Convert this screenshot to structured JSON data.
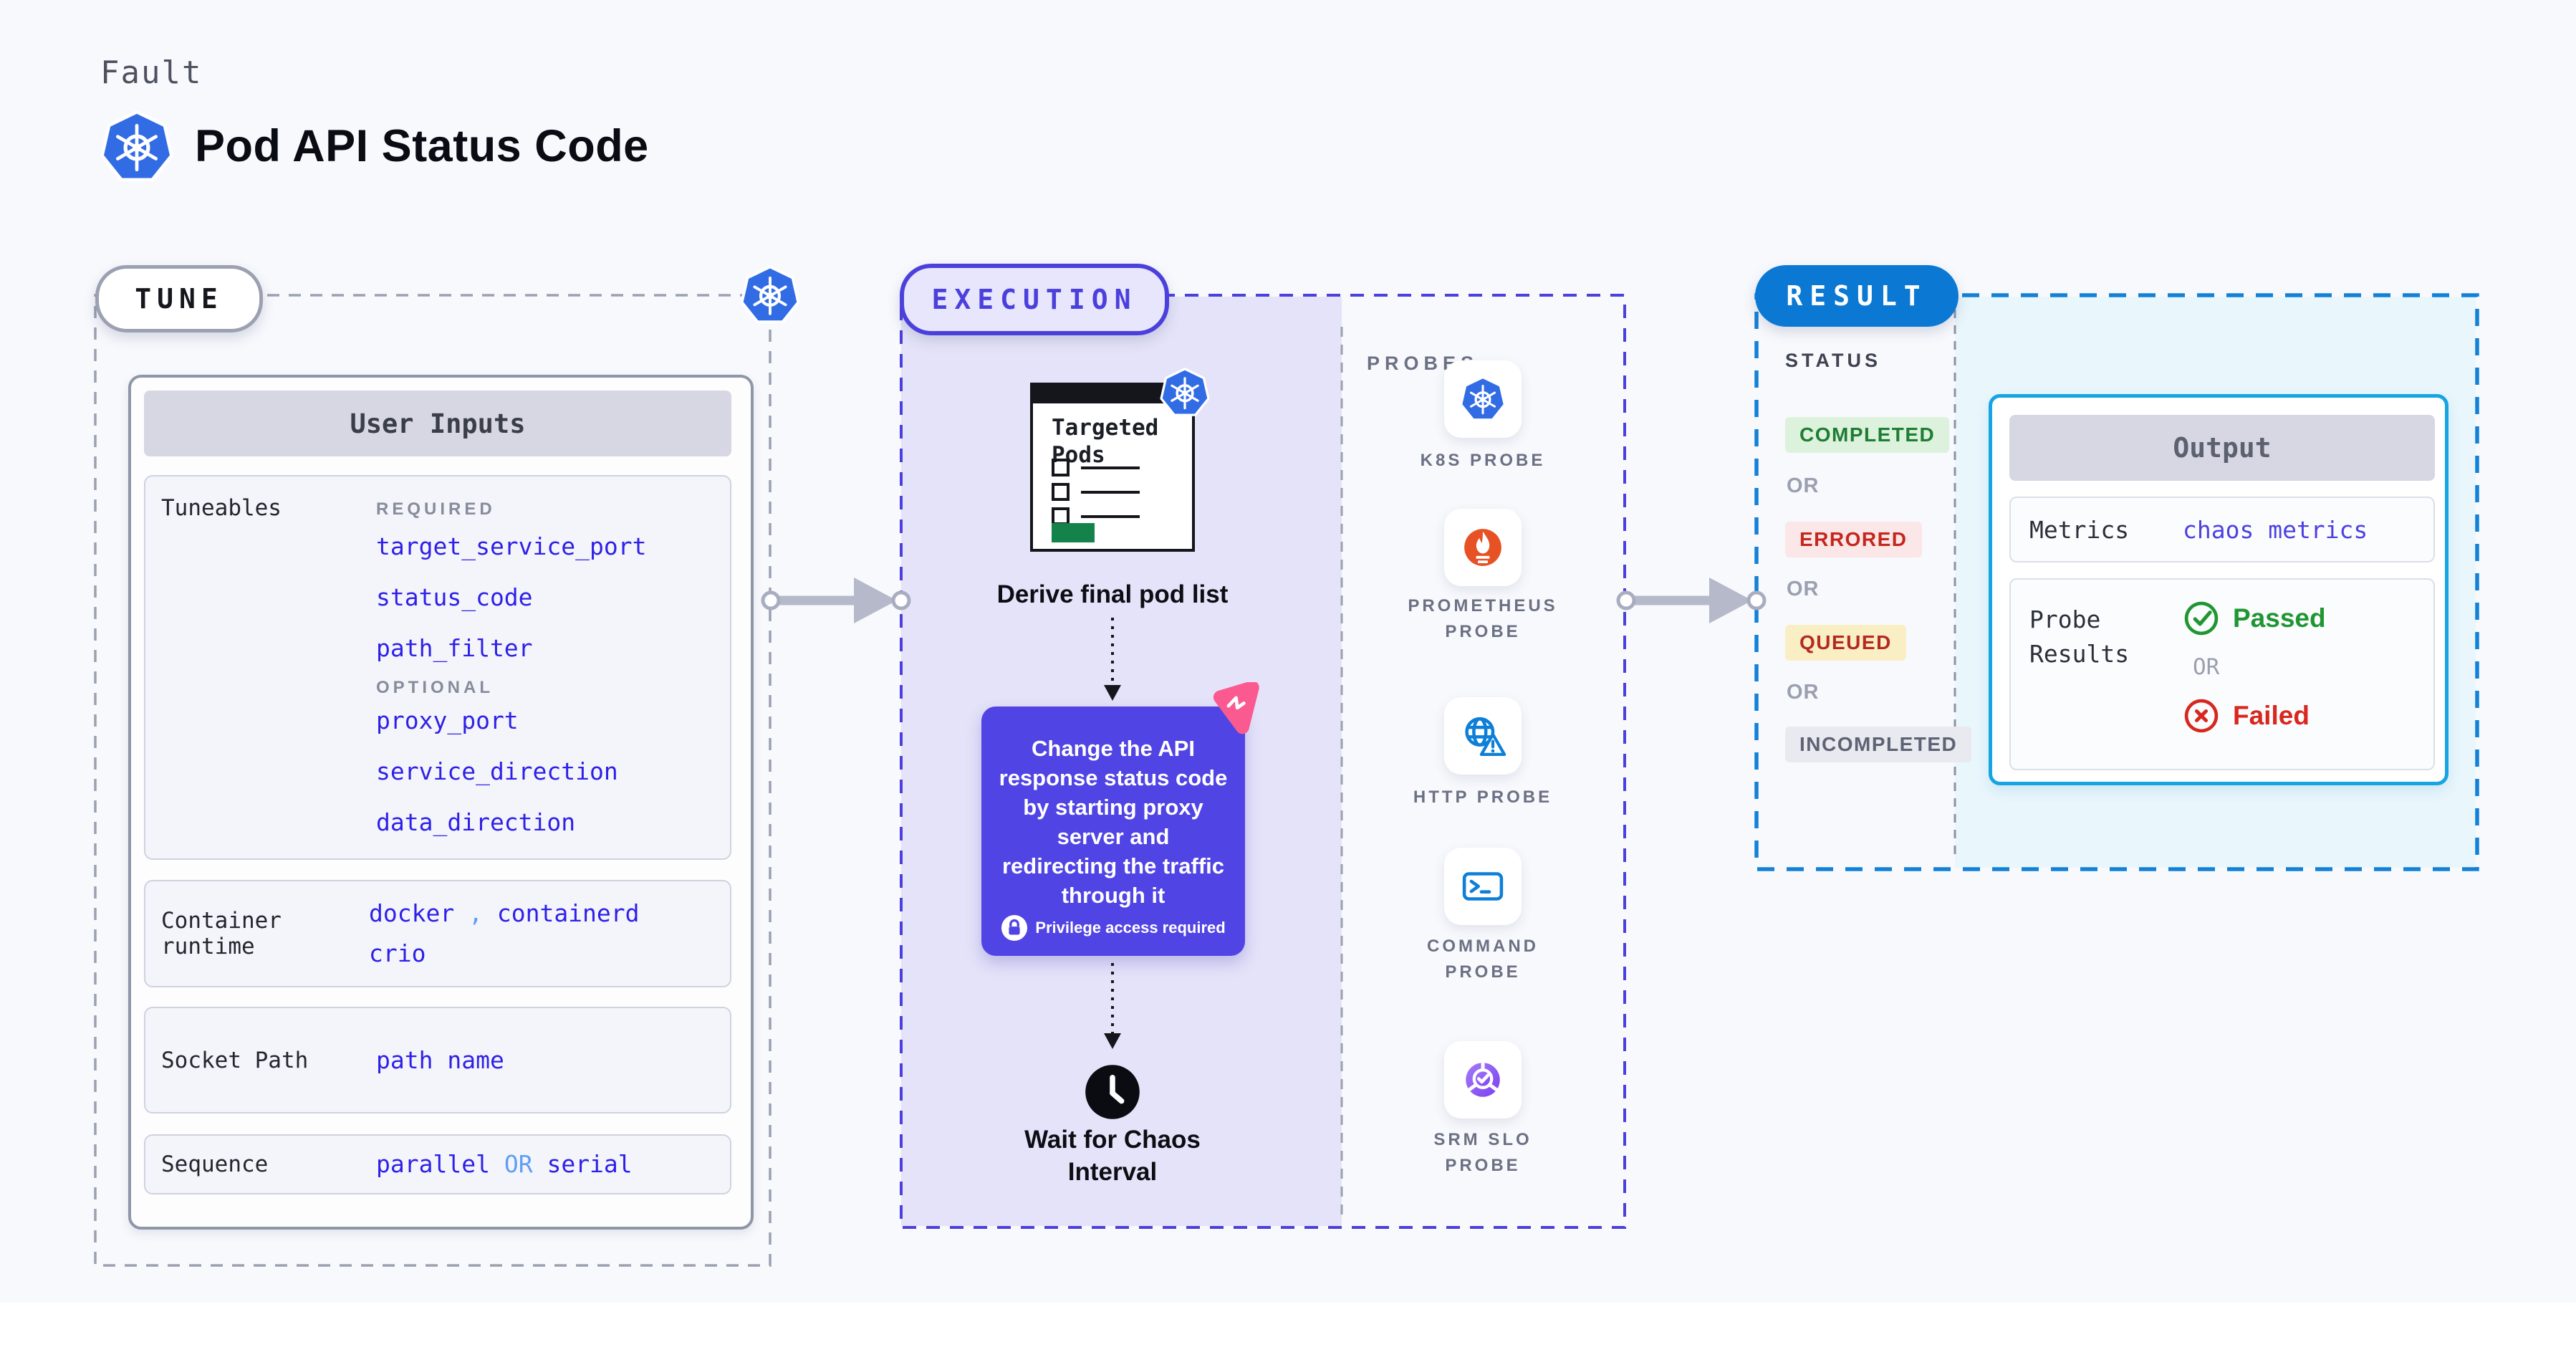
{
  "page": {
    "kicker": "Fault",
    "title": "Pod API Status Code"
  },
  "tune": {
    "badge": "TUNE",
    "user_inputs_title": "User Inputs",
    "tuneables": {
      "label": "Tuneables",
      "required_label": "REQUIRED",
      "required": [
        "target_service_port",
        "status_code",
        "path_filter"
      ],
      "optional_label": "OPTIONAL",
      "optional": [
        "proxy_port",
        "service_direction",
        "data_direction"
      ]
    },
    "container_runtime": {
      "label": "Container runtime",
      "value_1": "docker",
      "separator": ",",
      "value_2": "containerd",
      "value_3": "crio"
    },
    "socket_path": {
      "label": "Socket Path",
      "value": "path name"
    },
    "sequence": {
      "label": "Sequence",
      "value_1": "parallel",
      "or": "OR",
      "value_2": "serial"
    }
  },
  "execution": {
    "badge": "EXECUTION",
    "targeted_pods_title": "Targeted Pods",
    "derive_caption": "Derive final pod list",
    "action_text": "Change the API response status code by starting proxy server and redirecting the traffic through it",
    "privilege_note": "Privilege access required",
    "wait_caption": "Wait for Chaos Interval"
  },
  "probes": {
    "label": "PROBES",
    "items": [
      {
        "name": "K8S PROBE",
        "icon": "kubernetes-icon"
      },
      {
        "name": "PROMETHEUS PROBE",
        "icon": "prometheus-icon"
      },
      {
        "name": "HTTP PROBE",
        "icon": "globe-warning-icon"
      },
      {
        "name": "COMMAND PROBE",
        "icon": "terminal-icon"
      },
      {
        "name": "SRM SLO PROBE",
        "icon": "slo-pie-icon"
      }
    ]
  },
  "result": {
    "badge": "RESULT",
    "status_label": "STATUS",
    "or_label": "OR",
    "statuses": [
      {
        "label": "COMPLETED",
        "bg": "#dcf2dc",
        "color": "#1e7d35"
      },
      {
        "label": "ERRORED",
        "bg": "#fbe7e7",
        "color": "#c4271d"
      },
      {
        "label": "QUEUED",
        "bg": "#faeec5",
        "color": "#b52a20"
      },
      {
        "label": "INCOMPLETED",
        "bg": "#e9e9f0",
        "color": "#5e6374"
      }
    ],
    "output": {
      "title": "Output",
      "metrics_label": "Metrics",
      "metrics_value": "chaos metrics",
      "probe_results_label": "Probe Results",
      "passed": "Passed",
      "or": "OR",
      "failed": "Failed"
    }
  },
  "icons": {
    "kubernetes-icon": "blue heptagon with white helm wheel",
    "prometheus-icon": "orange circle with white torch flame",
    "globe-warning-icon": "blue globe with warning triangle",
    "terminal-icon": "blue terminal window with prompt",
    "slo-pie-icon": "purple pie chart with check mark",
    "chaos-pink-icon": "pink rounded triangle chaos logo",
    "clock-icon": "black clock",
    "lock-icon": "white circle with purple padlock",
    "check-circle-icon": "green outlined circle with check",
    "x-circle-icon": "red outlined circle with cross",
    "arrow-right-icon": "gray connector arrow with circle endpoints"
  },
  "colors": {
    "page_bg": "#f8f9fd",
    "kubernetes_blue": "#326ce5",
    "indigo_accent": "#4c40dc",
    "action_purple": "#5044e4",
    "link_blue": "#2e20e8",
    "light_link_blue": "#5f9df6",
    "result_blue": "#0b79d4",
    "output_border_cyan": "#16a5e2",
    "passed_green": "#1f9632",
    "failed_red": "#d8271e",
    "prometheus_orange": "#e75225",
    "chaos_pink": "#fa5a8f",
    "pods_green": "#13834b"
  }
}
